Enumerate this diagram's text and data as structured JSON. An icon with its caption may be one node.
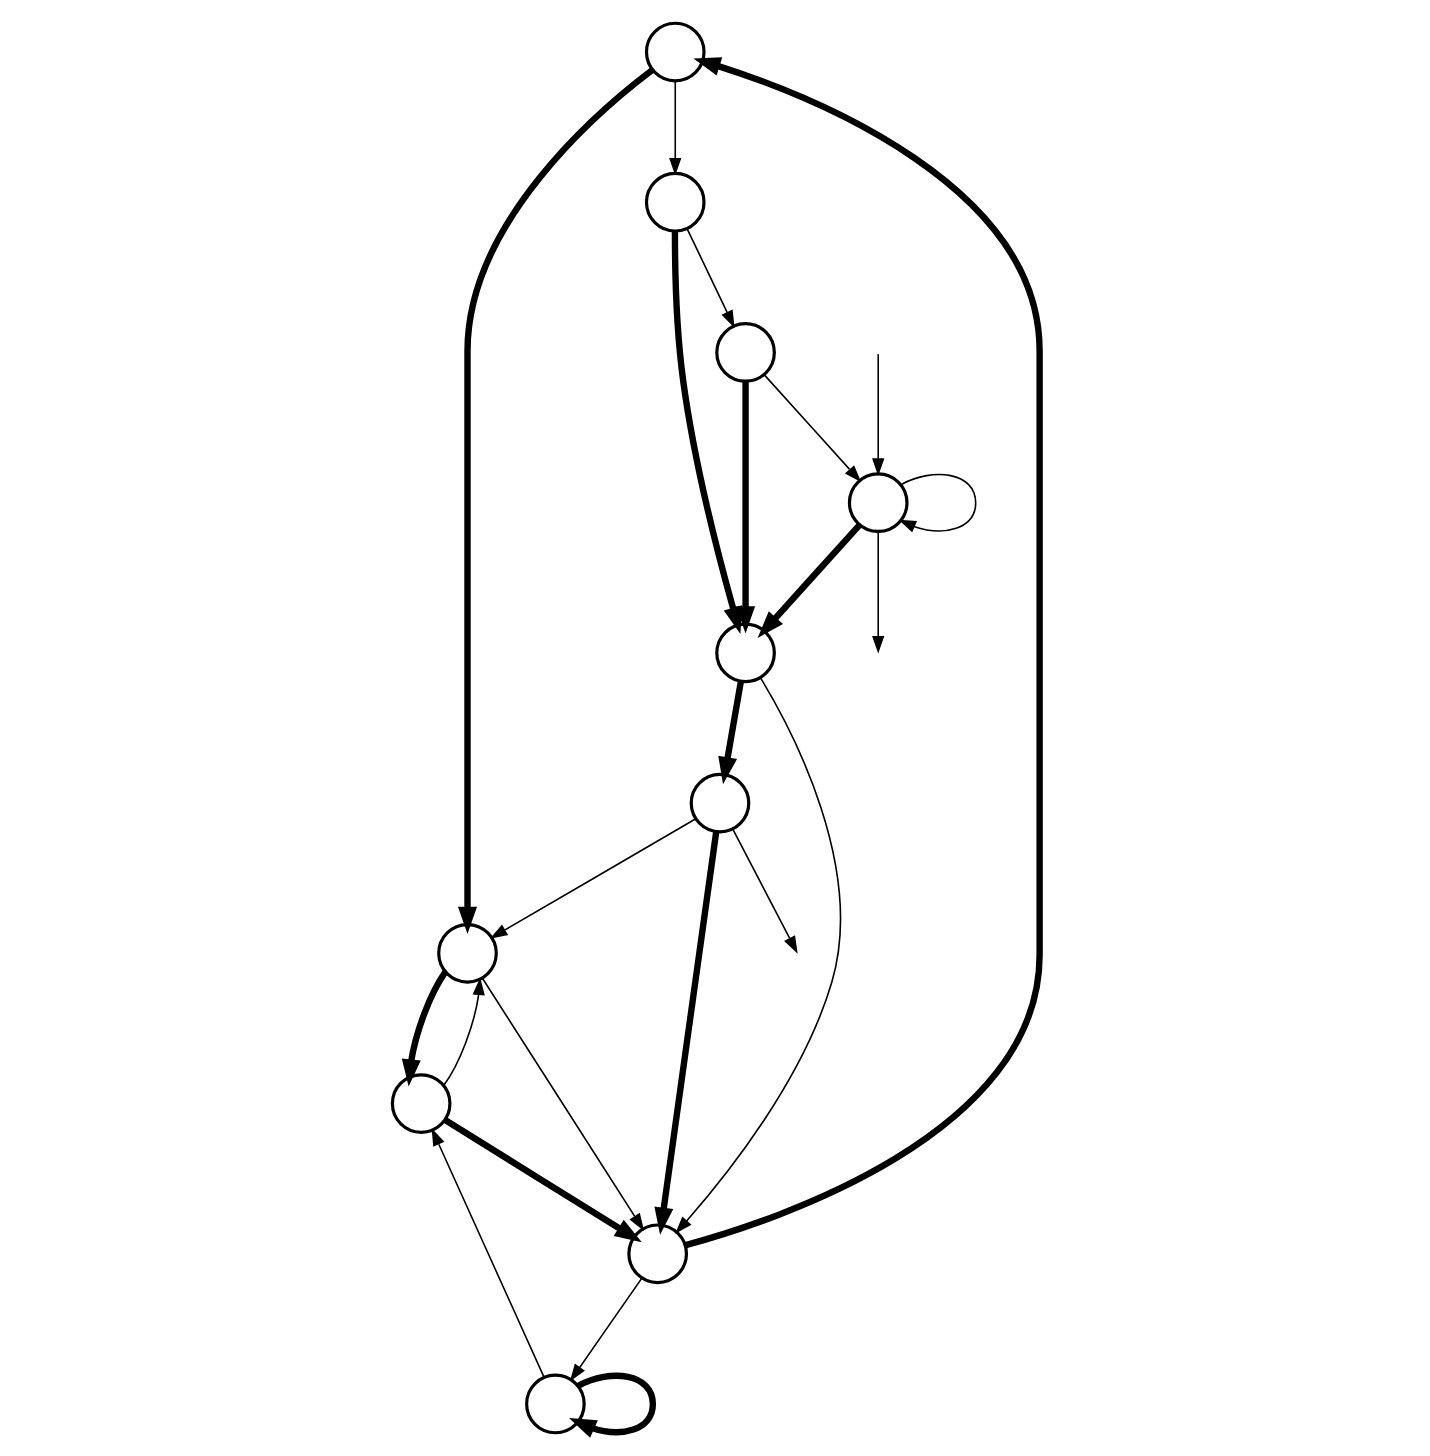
{
  "diagram": {
    "nodes": [
      {
        "text": [],
        "shape": "circle"
      },
      {
        "text": [],
        "shape": "circle"
      },
      {
        "text": [],
        "shape": "circle"
      },
      {
        "text": [],
        "shape": "circle"
      },
      {
        "text": [],
        "shape": "circle"
      },
      {
        "text": [],
        "shape": "circle"
      },
      {
        "text": [],
        "shape": "circle"
      },
      {
        "text": [],
        "shape": "circle"
      },
      {
        "text": [],
        "shape": "circle"
      },
      {
        "text": [],
        "shape": "circle"
      }
    ],
    "edges": [
      {
        "from": 0,
        "to": 1,
        "arrow": "to",
        "style": "thick"
      },
      {
        "from": 1,
        "to": 2,
        "arrow": "to",
        "style": "thick"
      },
      {
        "from": 2,
        "to": 1,
        "arrow": "to"
      },
      {
        "from": 3,
        "to": 2,
        "arrow": "to"
      },
      {
        "from": 3,
        "to": 3,
        "arrow": "to",
        "style": "thick"
      },
      {
        "from": 2,
        "to": 4,
        "arrow": "to",
        "style": "thick"
      },
      {
        "from": 1,
        "to": 4,
        "arrow": "to"
      },
      {
        "from": 4,
        "to": 0,
        "arrow": "to",
        "style": "thick"
      },
      {
        "from": 4,
        "to": 3,
        "arrow": "to"
      },
      {
        "from": 0,
        "to": 5,
        "arrow": "to"
      },
      {
        "from": 5,
        "to": 7,
        "arrow": "to"
      },
      {
        "from": 5,
        "to": 8,
        "arrow": "to",
        "style": "thick"
      },
      {
        "from": 7,
        "to": 8,
        "arrow": "to",
        "style": "thick"
      },
      {
        "from": 7,
        "to": 9,
        "arrow": "to"
      },
      {
        "from": 9,
        "to": 8,
        "arrow": "to",
        "style": "thick"
      },
      {
        "from": 8,
        "to": 6,
        "arrow": "to",
        "style": "thick"
      },
      {
        "from": 6,
        "to": 4,
        "arrow": "to",
        "style": "thick"
      },
      {
        "from": 6,
        "to": 1,
        "arrow": "to"
      },
      {
        "from": 6,
        "to": null,
        "arrow": "to"
      },
      {
        "from": 8,
        "to": 4,
        "arrow": "to"
      },
      {
        "from": null,
        "to": 9,
        "arrow": "to"
      },
      {
        "from": 9,
        "to": null,
        "arrow": "to"
      },
      {
        "from": 9,
        "to": 9,
        "arrow": "to"
      }
    ]
  }
}
